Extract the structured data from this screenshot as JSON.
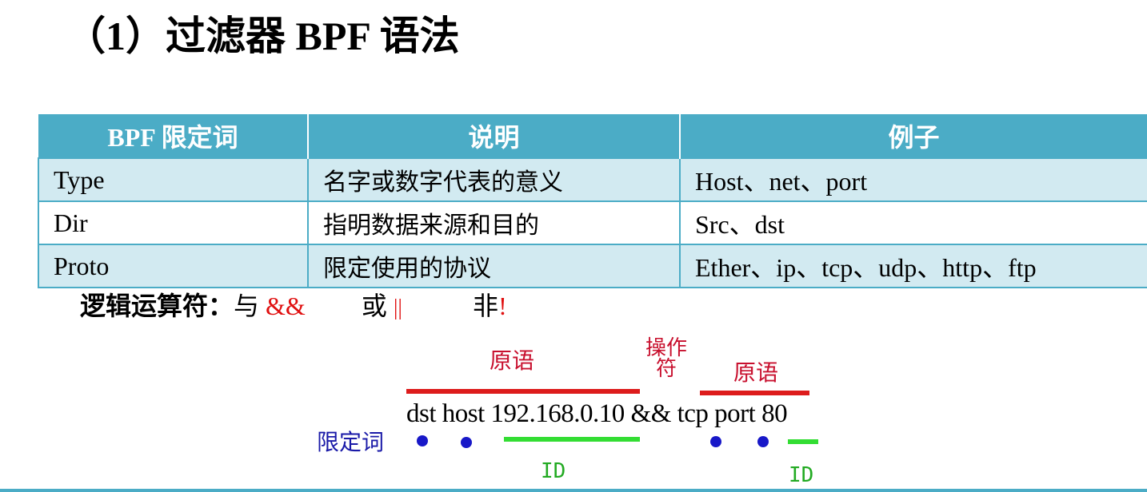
{
  "heading": "（1）过滤器 BPF 语法",
  "table": {
    "headers": [
      "BPF 限定词",
      "说明",
      "例子"
    ],
    "rows": [
      [
        "Type",
        "名字或数字代表的意义",
        "Host、net、port"
      ],
      [
        "Dir",
        "指明数据来源和目的",
        "Src、dst"
      ],
      [
        "Proto",
        "限定使用的协议",
        "Ether、ip、tcp、udp、http、ftp"
      ]
    ]
  },
  "logic": {
    "label": "逻辑运算符：",
    "and_word": "与",
    "and_symbol": "&&",
    "or_word": "或",
    "or_symbol": "||",
    "not_word": "非",
    "not_symbol": "!"
  },
  "diagram": {
    "primitive_label_1": "原语",
    "operator_label_line1": "操作",
    "operator_label_line2": "符",
    "primitive_label_2": "原语",
    "qualifier_label": "限定词",
    "expression": "dst host 192.168.0.10 && tcp port 80",
    "id_label_1": "ID",
    "id_label_2": "ID"
  },
  "colors": {
    "table_header": "#4bacc6",
    "table_stripe": "#d2eaf1",
    "operator_red": "#e01010",
    "primitive_bar": "#dd1c1c",
    "id_bar": "#33dd33",
    "qualifier_dot": "#1818c8"
  }
}
